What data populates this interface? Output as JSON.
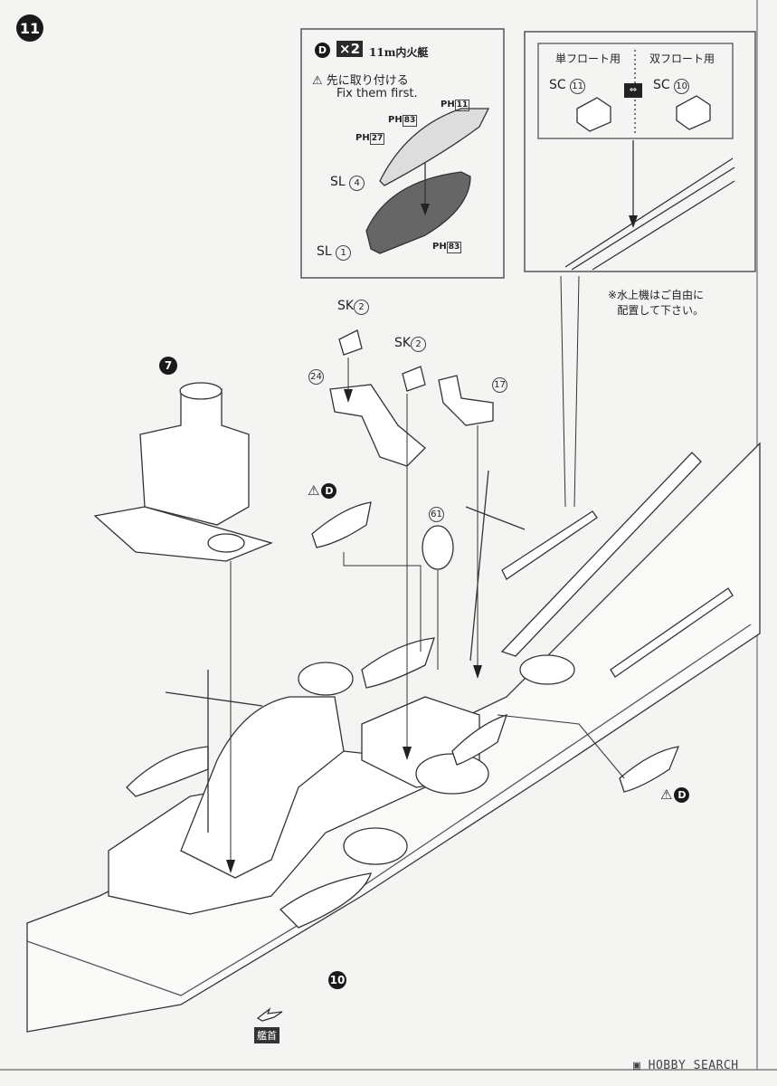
{
  "step_number": "11",
  "inset_boat": {
    "part_marker": "D",
    "quantity": "×2",
    "title": "11m内火艇",
    "warning_jp": "先に取り付ける",
    "warning_en": "Fix them first.",
    "labels": [
      {
        "prefix": "PH",
        "num": "11"
      },
      {
        "prefix": "PH",
        "num": "83"
      },
      {
        "prefix": "PH",
        "num": "27"
      },
      {
        "prefix": "SL",
        "num": "4"
      },
      {
        "prefix": "SL",
        "num": "1"
      },
      {
        "prefix": "PH",
        "num": "83"
      }
    ]
  },
  "inset_catapult": {
    "left_heading": "単フロート用",
    "right_heading": "双フロート用",
    "left_part": {
      "prefix": "SC",
      "num": "11"
    },
    "right_part": {
      "prefix": "SC",
      "num": "10"
    },
    "note_line1": "※水上機はご自由に",
    "note_line2": "配置して下さい。"
  },
  "callouts": {
    "bridge": "7",
    "deck": "10",
    "sk_a": {
      "prefix": "SK",
      "num": "2"
    },
    "sk_b": {
      "prefix": "SK",
      "num": "2"
    },
    "part_24": "24",
    "part_17": "17",
    "part_61": "61",
    "boat_marker_left": "D",
    "boat_marker_right": "D"
  },
  "bow_label": "艦首",
  "watermark": "HOBBY SEARCH"
}
